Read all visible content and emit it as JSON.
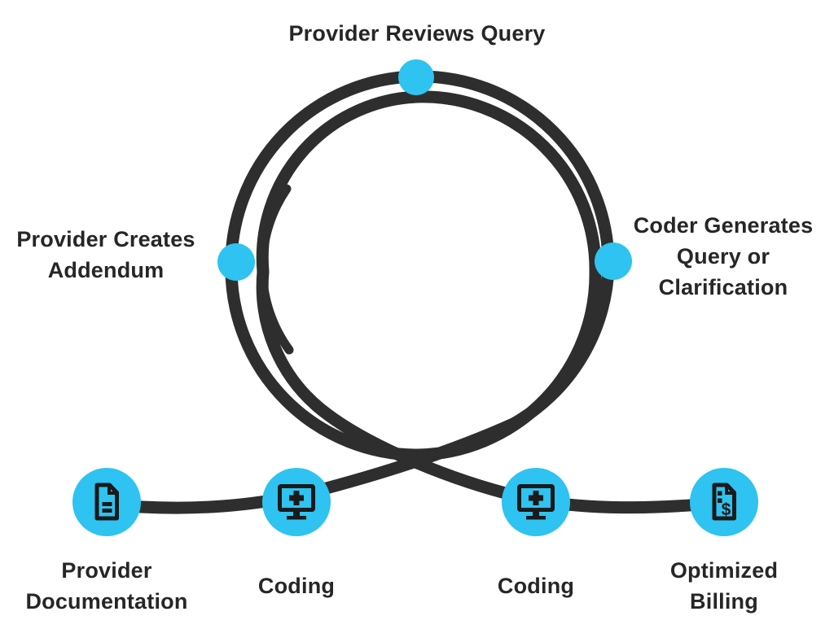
{
  "colors": {
    "accent": "#2EC3F0",
    "line": "#2E2E2E",
    "icon": "#1A1A1A",
    "text": "#262626",
    "background": "#FFFFFF"
  },
  "loop_steps": [
    {
      "position": "top",
      "label": "Provider Reviews Query"
    },
    {
      "position": "right",
      "label": "Coder Generates Query or Clarification"
    },
    {
      "position": "left",
      "label": "Provider Creates Addendum"
    }
  ],
  "bottom_nodes": [
    {
      "label": "Provider Documentation",
      "icon": "document-icon"
    },
    {
      "label": "Coding",
      "icon": "medical-monitor-icon"
    },
    {
      "label": "Coding",
      "icon": "medical-monitor-icon"
    },
    {
      "label": "Optimized Billing",
      "icon": "billing-invoice-icon"
    }
  ],
  "icons": {
    "billing_symbol": "$"
  }
}
